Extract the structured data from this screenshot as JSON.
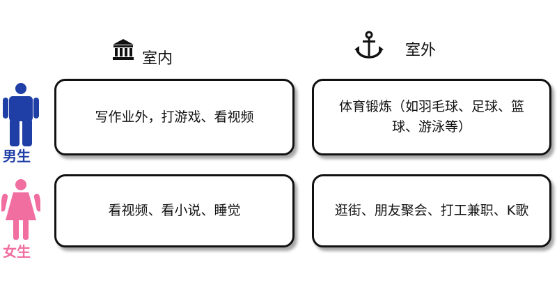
{
  "columns": {
    "indoor": {
      "label": "室内",
      "icon": "building-icon"
    },
    "outdoor": {
      "label": "室外",
      "icon": "anchor-icon"
    }
  },
  "rows": {
    "male": {
      "label": "男生",
      "icon": "male-person-icon",
      "color": "#1f3fa6",
      "indoor": "写作业外，打游戏、看视频",
      "outdoor": "体育锻炼（如羽毛球、足球、篮球、游泳等）"
    },
    "female": {
      "label": "女生",
      "icon": "female-person-icon",
      "color": "#f06ea0",
      "indoor": "看视频、看小说、睡觉",
      "outdoor": "逛街、朋友聚会、打工兼职、K歌"
    }
  }
}
